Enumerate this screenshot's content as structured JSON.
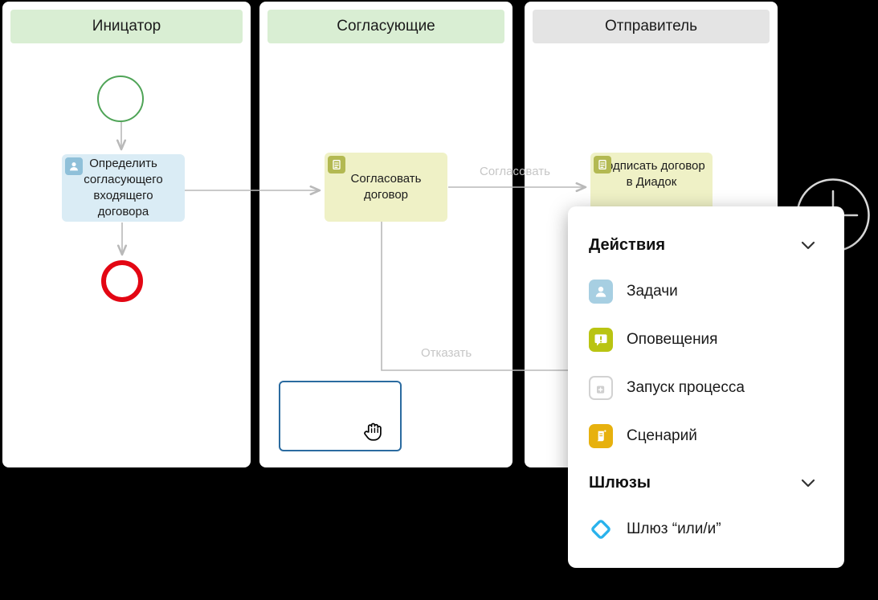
{
  "canvas": {
    "background": "#000000"
  },
  "lanes": [
    {
      "title": "Иницатор",
      "header_color": "#d9eed3"
    },
    {
      "title": "Согласующие",
      "header_color": "#d9eed3"
    },
    {
      "title": "Отправитель",
      "header_color": "#e4e4e4"
    }
  ],
  "diagram": {
    "tasks": [
      {
        "label": "Определить согласующего входящего договора",
        "type": "user-task",
        "fill": "#daecf5",
        "badge_color": "#8fc0d9"
      },
      {
        "label": "Согласовать договор",
        "type": "approval-task",
        "fill": "#eff1c6",
        "badge_color": "#b3b952"
      },
      {
        "label": "Подписать договор в Диадок",
        "type": "approval-task",
        "fill": "#eff1c6",
        "badge_color": "#b3b952"
      }
    ],
    "events": {
      "start_color": "#4fa457",
      "end_color": "#e30613"
    },
    "edge_labels": {
      "approve": "Согласовать",
      "reject": "Отказать"
    },
    "connector_color": "#b9b9b9",
    "selection_border_color": "#2b6ba0"
  },
  "popup": {
    "sections": [
      {
        "title": "Действия",
        "items": [
          {
            "label": "Задачи",
            "icon": "user-task-icon",
            "color": "#a7cfe2"
          },
          {
            "label": "Оповещения",
            "icon": "notification-icon",
            "color": "#b9c412"
          },
          {
            "label": "Запуск процесса",
            "icon": "start-process-icon",
            "color": "#cfcfcf"
          },
          {
            "label": "Сценарий",
            "icon": "script-icon",
            "color": "#e7b10e"
          }
        ]
      },
      {
        "title": "Шлюзы",
        "items": [
          {
            "label": "Шлюз “или/и”",
            "icon": "gateway-icon",
            "color": "#29b2ec"
          }
        ]
      }
    ]
  },
  "add_button": {
    "icon": "plus-icon",
    "color": "#d9d9d9"
  }
}
